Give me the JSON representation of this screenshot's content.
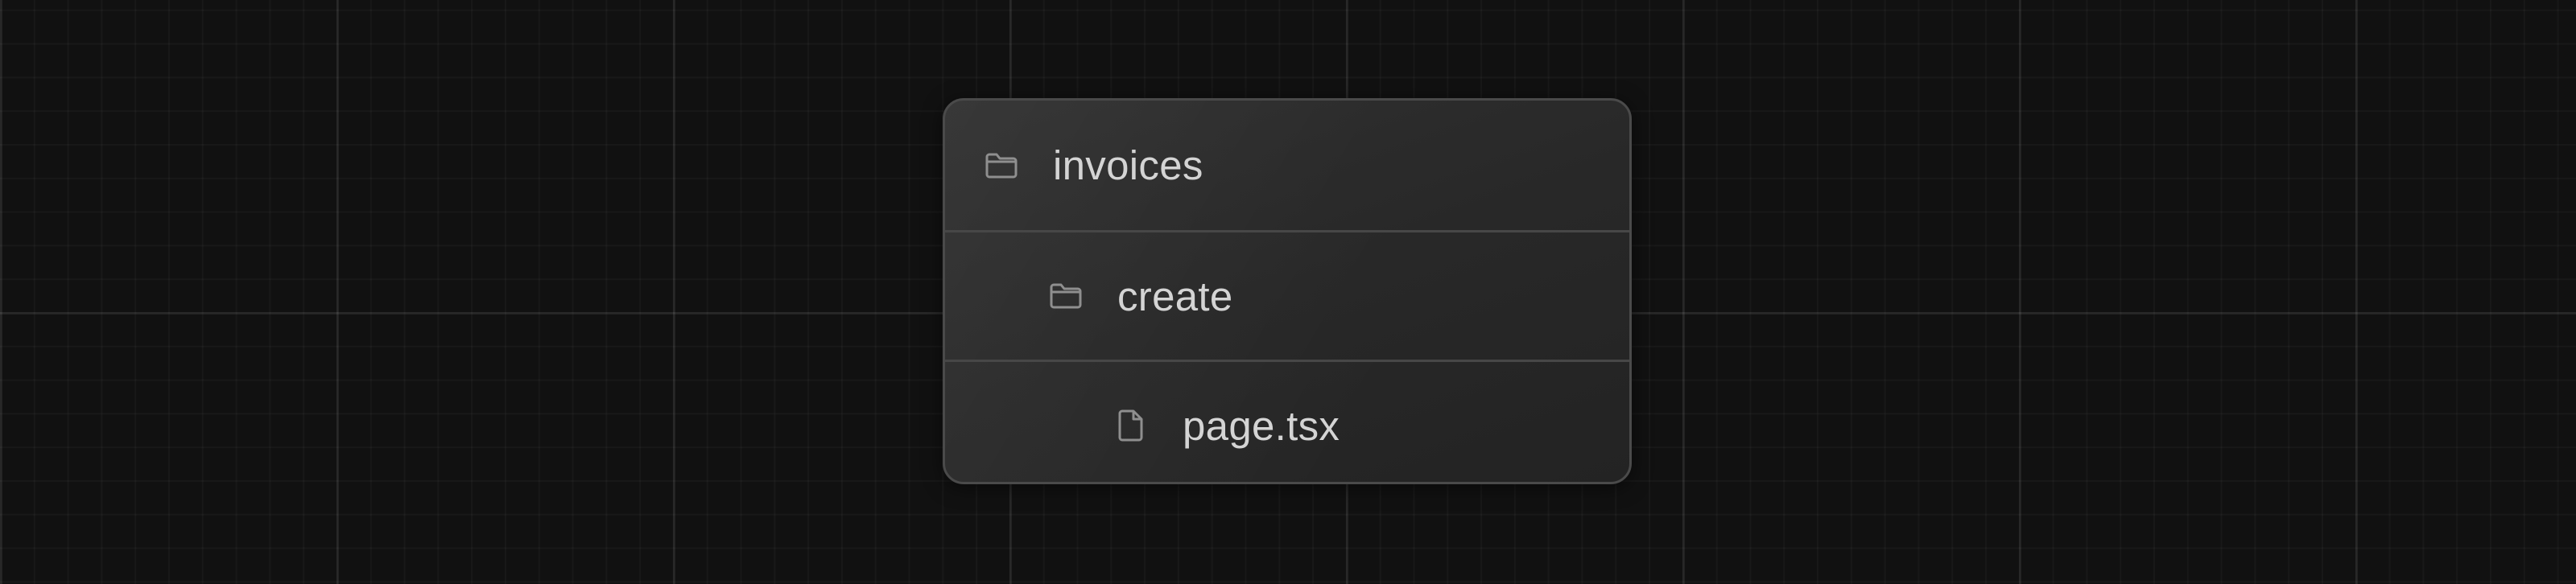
{
  "file_tree": {
    "items": [
      {
        "label": "invoices",
        "icon": "folder-icon",
        "type": "folder",
        "depth": 0
      },
      {
        "label": "create",
        "icon": "folder-icon",
        "type": "folder",
        "depth": 1
      },
      {
        "label": "page.tsx",
        "icon": "file-icon",
        "type": "file",
        "depth": 2
      }
    ]
  },
  "colors": {
    "background": "#111111",
    "card": "#2a2a2a",
    "border": "#4a4a4a",
    "text": "#d4d4d4",
    "icon": "#8f8f8f"
  }
}
